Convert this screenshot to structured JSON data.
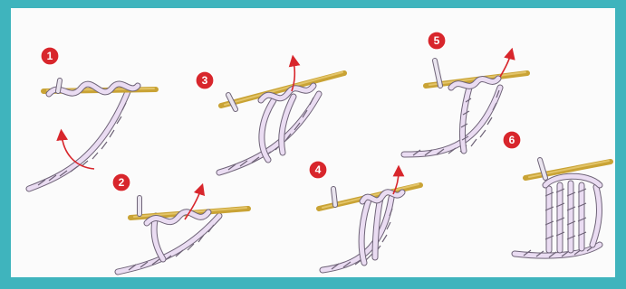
{
  "colors": {
    "frame": "#3fb4bd",
    "panel": "#fbfbfb",
    "step_badge": "#d8262c",
    "hook": "#c9a335",
    "yarn": "#eadcf2",
    "yarn_outline": "#6f6478",
    "arrow": "#d8262c"
  },
  "steps": [
    {
      "number": "1"
    },
    {
      "number": "2"
    },
    {
      "number": "3"
    },
    {
      "number": "4"
    },
    {
      "number": "5"
    },
    {
      "number": "6"
    }
  ]
}
